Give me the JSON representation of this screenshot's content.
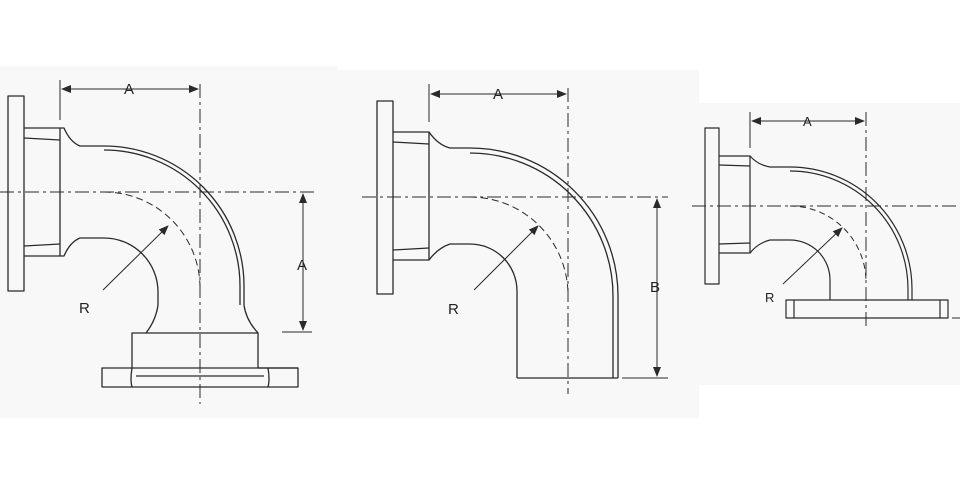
{
  "diagram": {
    "panels": [
      {
        "id": "flanged-elbow",
        "labels": {
          "dim1": "A",
          "dim2": "A",
          "radius": "R"
        }
      },
      {
        "id": "flange-tube-elbow",
        "labels": {
          "dim1": "A",
          "dim2": "B",
          "radius": "R"
        }
      },
      {
        "id": "flanged-elbow-small",
        "labels": {
          "dim1": "A",
          "radius": "R"
        }
      }
    ],
    "colors": {
      "line": "#2a2a2a",
      "background": "#f8f8f8",
      "page": "#ffffff"
    }
  }
}
